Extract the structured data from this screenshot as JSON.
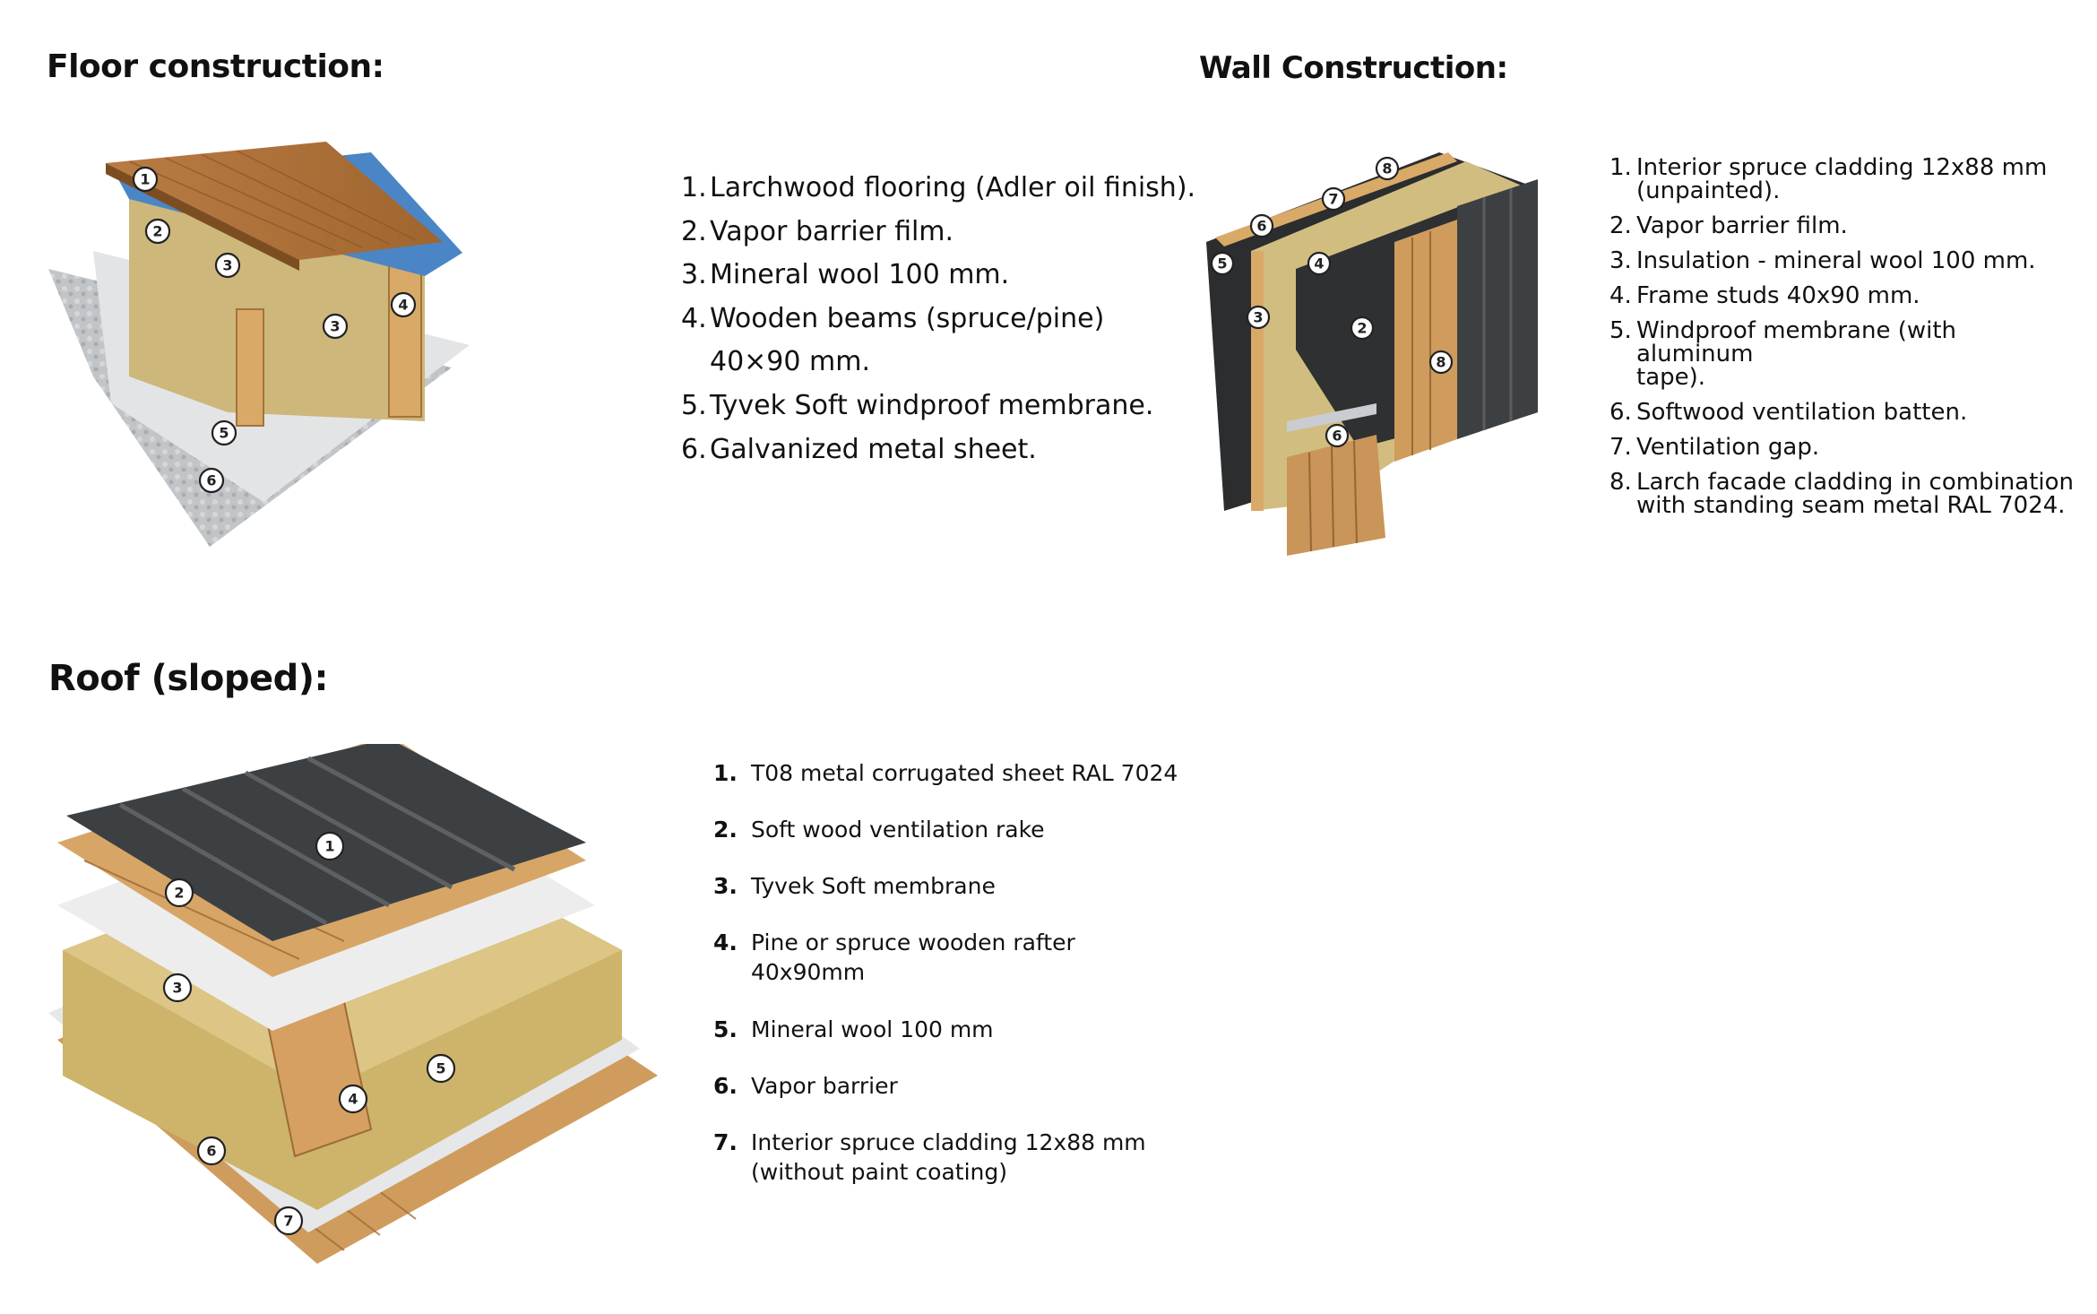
{
  "floor": {
    "title": "Floor construction:",
    "layers": [
      {
        "num": "1.",
        "text": "Larchwood flooring (Adler oil finish)."
      },
      {
        "num": "2.",
        "text": "Vapor barrier film."
      },
      {
        "num": "3.",
        "text": "Mineral wool 100 mm."
      },
      {
        "num": "4.",
        "text": "Wooden beams (spruce/pine)\n40×90 mm."
      },
      {
        "num": "5.",
        "text": "Tyvek Soft windproof membrane."
      },
      {
        "num": "6.",
        "text": "Galvanized metal sheet."
      }
    ],
    "callouts": [
      "1",
      "2",
      "3",
      "3",
      "4",
      "5",
      "6"
    ]
  },
  "wall": {
    "title": "Wall Construction:",
    "layers": [
      {
        "num": "1.",
        "text": "Interior spruce cladding 12x88 mm\n(unpainted)."
      },
      {
        "num": "2.",
        "text": "Vapor barrier film."
      },
      {
        "num": "3.",
        "text": "Insulation - mineral wool 100 mm."
      },
      {
        "num": "4.",
        "text": "Frame studs 40x90 mm."
      },
      {
        "num": "5.",
        "text": "Windproof membrane (with aluminum\ntape)."
      },
      {
        "num": "6.",
        "text": "Softwood ventilation batten."
      },
      {
        "num": "7.",
        "text": "Ventilation gap."
      },
      {
        "num": "8.",
        "text": "Larch facade cladding in combination\nwith standing seam metal RAL 7024."
      }
    ],
    "callouts": [
      "8",
      "7",
      "6",
      "5",
      "4",
      "3",
      "2",
      "8",
      "6"
    ]
  },
  "roof": {
    "title": "Roof (sloped):",
    "layers": [
      {
        "num": "1.",
        "text": "T08 metal corrugated sheet RAL 7024"
      },
      {
        "num": "2.",
        "text": "Soft wood ventilation rake"
      },
      {
        "num": "3.",
        "text": "Tyvek Soft membrane"
      },
      {
        "num": "4.",
        "text": "Pine or spruce wooden rafter\n40x90mm"
      },
      {
        "num": "5.",
        "text": "Mineral wool 100 mm"
      },
      {
        "num": "6.",
        "text": "Vapor barrier"
      },
      {
        "num": "7.",
        "text": "Interior spruce cladding 12x88 mm\n(without paint coating)"
      }
    ],
    "callouts": [
      "1",
      "2",
      "3",
      "4",
      "5",
      "6",
      "7"
    ]
  },
  "colors": {
    "wood": "#c08a52",
    "wood_dark": "#8c5a2c",
    "wool": "#d8c489",
    "vapor_blue": "#4a86c6",
    "metal_sheet": "#bfc2c5",
    "dark_membrane": "#2b2d2f",
    "roof_metal": "#3d4043"
  }
}
